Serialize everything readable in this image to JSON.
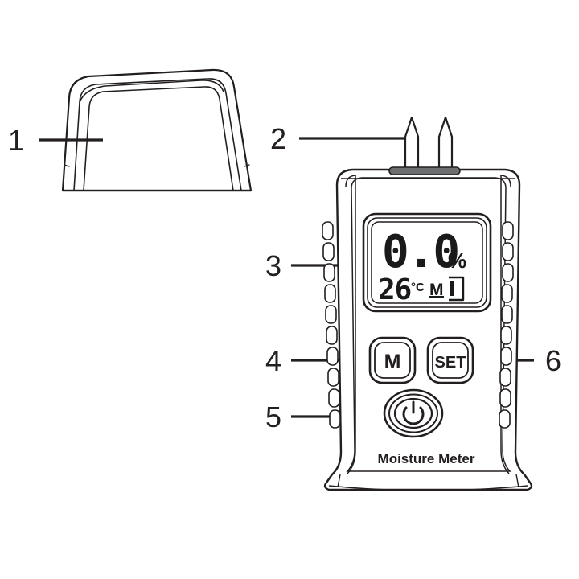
{
  "page": {
    "title": "Moisture Meter Exploded Parts Diagram",
    "background_color": "#ffffff",
    "line_color": "#231f20",
    "accent_gray": "#58595b"
  },
  "callouts": [
    {
      "id": "1",
      "label": "1",
      "target": "protective-cap"
    },
    {
      "id": "2",
      "label": "2",
      "target": "measuring-probe-pins"
    },
    {
      "id": "3",
      "label": "3",
      "target": "lcd-display"
    },
    {
      "id": "4",
      "label": "4",
      "target": "mode-button"
    },
    {
      "id": "5",
      "label": "5",
      "target": "power-button"
    },
    {
      "id": "6",
      "label": "6",
      "target": "set-button"
    }
  ],
  "device": {
    "brand_text": "Moisture Meter",
    "buttons": [
      {
        "name": "mode-button",
        "label": "M"
      },
      {
        "name": "set-button",
        "label": "SET"
      },
      {
        "name": "power-button",
        "label": ""
      }
    ],
    "lcd": {
      "moisture_value": "0.0",
      "moisture_unit": "%",
      "temperature_value": "26",
      "temperature_unit": "°C",
      "mode_indicator": "M",
      "battery_indicator": "battery-one-bar"
    },
    "probe_pin_count": 2,
    "top_slot": "speaker-slot",
    "grip_bump_count_per_side": 10
  },
  "cap": {
    "name": "protective-cap"
  }
}
